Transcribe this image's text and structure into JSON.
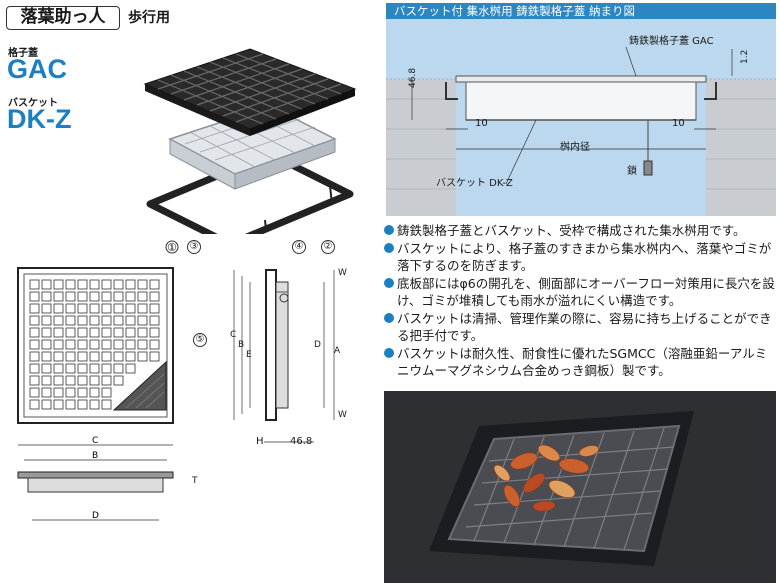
{
  "header": {
    "title": "落葉助っ人",
    "subtitle": "歩行用"
  },
  "products": [
    {
      "label": "格子蓋",
      "code": "GAC"
    },
    {
      "label": "バスケット",
      "code": "DK-Z"
    }
  ],
  "install_diagram": {
    "title": "バスケット付 集水桝用 鋳鉄製格子蓋 納まり図",
    "labels": {
      "lid": "鋳鉄製格子蓋 GAC",
      "depth": "46.8",
      "gap_left": "10",
      "gap_right": "10",
      "top_dim": "1.2",
      "inner_dia": "桝内径",
      "basket": "バスケット DK-Z",
      "chain": "鎖"
    }
  },
  "drawing": {
    "callouts": [
      "①",
      "②",
      "③",
      "④",
      "⑤"
    ],
    "dims": {
      "C": "C",
      "B": "B",
      "D": "D",
      "A": "A",
      "E": "E",
      "W": "W",
      "H": "H",
      "T": "T",
      "depth": "46.8"
    }
  },
  "features": [
    "鋳鉄製格子蓋とバスケット、受枠で構成された集水桝用です。",
    "バスケットにより、格子蓋のすきまから集水桝内へ、落葉やゴミが落下するのを防ぎます。",
    "底板部にはφ6の開孔を、側面部にオーバーフロー対策用に長穴を設け、ゴミが堆積しても雨水が溢れにくい構造です。",
    "バスケットは清掃、管理作業の際に、容易に持ち上げることができる把手付です。",
    "バスケットは耐久性、耐食性に優れたSGMCC（溶融亜鉛ーアルミニウムーマグネシウム合金めっき鋼板）製です。"
  ],
  "colors": {
    "accent": "#1c7fc0",
    "panel_bg": "#bcd8ee",
    "header_bg": "#2c86c2"
  }
}
